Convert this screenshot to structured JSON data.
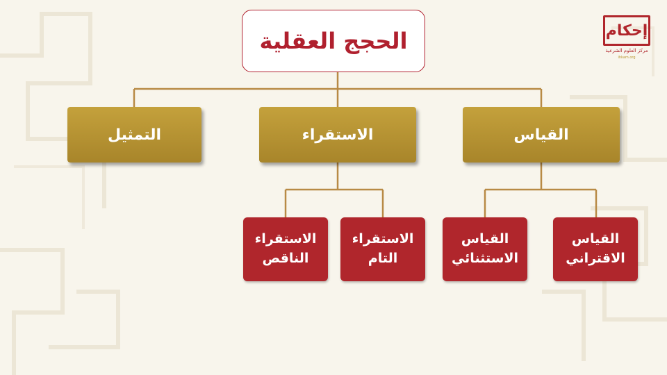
{
  "diagram": {
    "root": "الحجج العقلية",
    "level1": {
      "qiyas": "القياس",
      "istiqra": "الاستقراء",
      "tamthil": "التمثيل"
    },
    "level2": {
      "qiyas_iqtirani": "القياس\nالاقتراني",
      "qiyas_istithnai": "القياس\nالاستثنائي",
      "istiqra_tam": "الاستقراء\nالتام",
      "istiqra_naqis": "الاستقراء\nالناقص"
    }
  },
  "logo": {
    "name": "إحكام",
    "subtitle": "مركز العلوم الشرعية",
    "url": "ihkam.org"
  },
  "colors": {
    "red": "#b0262c",
    "gold": "#b8962e",
    "connector": "#b88a45",
    "background": "#f8f5ec"
  }
}
